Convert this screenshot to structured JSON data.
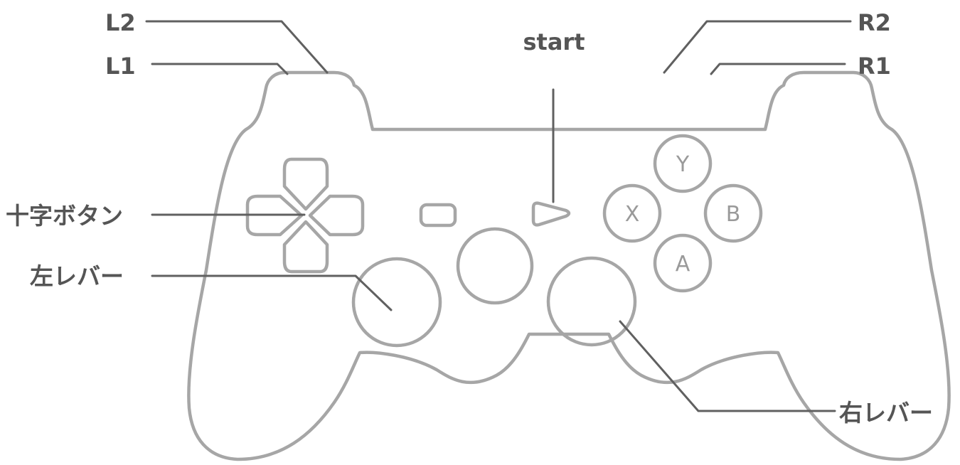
{
  "labels": {
    "l2": "L2",
    "l1": "L1",
    "start": "start",
    "r2": "R2",
    "r1": "R1",
    "dpad": "十字ボタン",
    "left_stick": "左レバー",
    "right_stick": "右レバー"
  },
  "face_buttons": {
    "y": "Y",
    "x": "X",
    "b": "B",
    "a": "A"
  },
  "colors": {
    "outline": "#a6a6a6",
    "leader": "#606060",
    "label_text": "#555555",
    "button_text": "#9a9a9a",
    "background": "#ffffff"
  }
}
